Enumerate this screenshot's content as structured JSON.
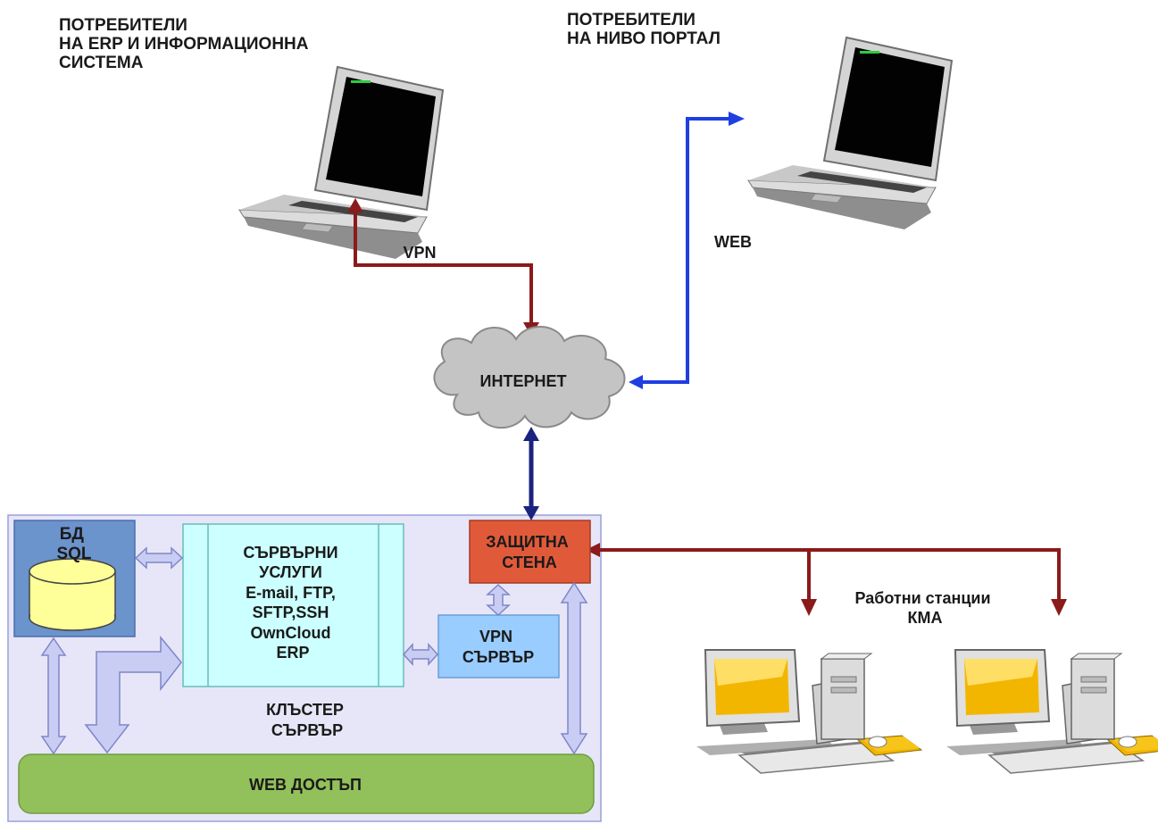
{
  "labels": {
    "erp_users": "ПОТРЕБИТЕЛИ\nНА ERP И  ИНФОРМАЦИОННА\nСИСТЕМА",
    "portal_users": "ПОТРЕБИТЕЛИ\nНА НИВО ПОРТАЛ",
    "vpn_link": "VPN",
    "web_link": "WEB",
    "internet": "ИНТЕРНЕТ",
    "firewall": [
      "ЗАЩИТНА",
      "СТЕНА"
    ],
    "db": [
      "БД",
      "SQL"
    ],
    "server_services": [
      "СЪРВЪРНИ",
      "УСЛУГИ",
      "E-mail, FTP,",
      "SFTP,SSH",
      "OwnCloud",
      "ERP"
    ],
    "vpn_server": [
      "VPN",
      "СЪРВЪР"
    ],
    "cluster": [
      "КЛЪСТЕР",
      "СЪРВЪР"
    ],
    "web_access": "WEB ДОСТЪП",
    "workstations": [
      "Работни станции",
      "КМА"
    ]
  },
  "colors": {
    "vpn_arrow": "#8b1a1a",
    "web_arrow": "#1f3fe0",
    "internet_arrow": "#1a237e",
    "cloud": "#c4c4c4",
    "cluster_bg": "#e7e6f8",
    "db_box": "#6b93cc",
    "db_cylinder": "#ffff99",
    "services_box": "#ccffff",
    "vpn_server_box": "#99ccff",
    "firewall_box": "#e05a3a",
    "web_access_bar": "#92c05a",
    "internal_arrow": "#c9cdf3"
  }
}
